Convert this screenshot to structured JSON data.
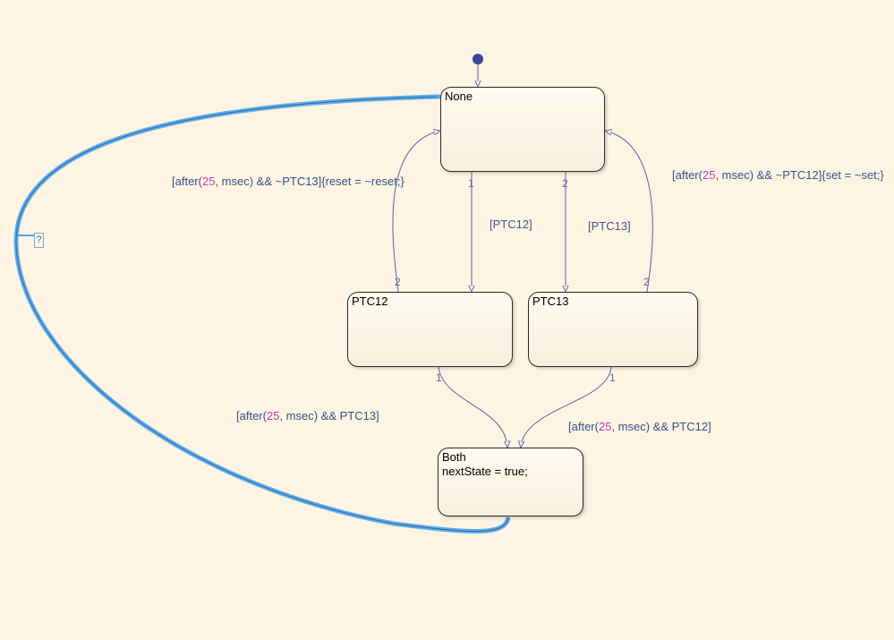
{
  "chart": {
    "states": [
      {
        "id": "None",
        "name": "None",
        "action": ""
      },
      {
        "id": "PTC12",
        "name": "PTC12",
        "action": ""
      },
      {
        "id": "PTC13",
        "name": "PTC13",
        "action": ""
      },
      {
        "id": "Both",
        "name": "Both",
        "action": "nextState = true;"
      }
    ],
    "transitions": [
      {
        "from": "default",
        "to": "None",
        "priority": "",
        "label": ""
      },
      {
        "from": "None",
        "to": "PTC12",
        "priority": "1",
        "label_parts": [
          {
            "t": "[PTC12]",
            "c": "plain"
          }
        ]
      },
      {
        "from": "None",
        "to": "PTC13",
        "priority": "2",
        "label_parts": [
          {
            "t": "[PTC13]",
            "c": "plain"
          }
        ]
      },
      {
        "from": "PTC12",
        "to": "None",
        "priority": "2",
        "label_parts": [
          {
            "t": "[after(",
            "c": "fn"
          },
          {
            "t": "25",
            "c": "num"
          },
          {
            "t": ", msec) && ~PTC13]{reset = ~reset;}",
            "c": "fn"
          }
        ]
      },
      {
        "from": "PTC13",
        "to": "None",
        "priority": "2",
        "label_parts": [
          {
            "t": "[after(",
            "c": "fn"
          },
          {
            "t": "25",
            "c": "num"
          },
          {
            "t": ", msec) && ~PTC12]{set = ~set;}",
            "c": "fn"
          }
        ]
      },
      {
        "from": "PTC12",
        "to": "Both",
        "priority": "1",
        "label_parts": [
          {
            "t": "[after(",
            "c": "fn"
          },
          {
            "t": "25",
            "c": "num"
          },
          {
            "t": ", msec) && PTC13]",
            "c": "fn"
          }
        ]
      },
      {
        "from": "PTC13",
        "to": "Both",
        "priority": "1",
        "label_parts": [
          {
            "t": "[after(",
            "c": "fn"
          },
          {
            "t": "25",
            "c": "num"
          },
          {
            "t": ", msec) && PTC12]",
            "c": "fn"
          }
        ]
      },
      {
        "from": "Both",
        "to": "None",
        "priority": "",
        "label": "?",
        "selected": true
      }
    ]
  },
  "labels": {
    "t_ptc12_none": {
      "a": "[after(",
      "n": "25",
      "b": ", msec) && ~PTC13]{reset = ~reset;}"
    },
    "t_ptc13_none": {
      "a": "[after(",
      "n": "25",
      "b": ", msec) && ~PTC12]{set = ~set;}"
    },
    "t_none_ptc12": "[PTC12]",
    "t_none_ptc13": "[PTC13]",
    "t_ptc12_both": {
      "a": "[after(",
      "n": "25",
      "b": ", msec) && PTC13]"
    },
    "t_ptc13_both": {
      "a": "[after(",
      "n": "25",
      "b": ", msec) && PTC12]"
    },
    "t_both_none": "?"
  },
  "priorities": {
    "none_ptc12": "1",
    "none_ptc13": "2",
    "ptc12_none": "2",
    "ptc13_none": "2",
    "ptc12_both": "1",
    "ptc13_both": "1"
  },
  "colors": {
    "background": "#fdf4e3",
    "transition": "#5a62a8",
    "selected": "#4aa8e8",
    "number_literal": "#c03cb4",
    "default_dot": "#3d46a0"
  }
}
